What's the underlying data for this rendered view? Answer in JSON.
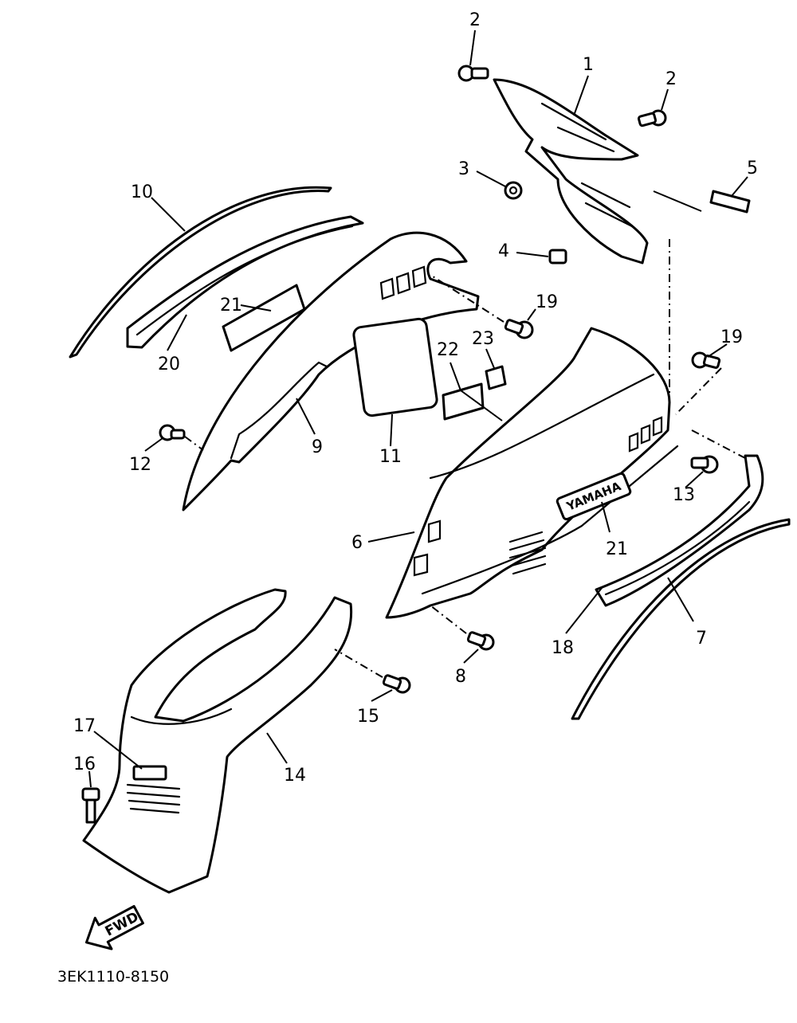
{
  "diagram": {
    "code": "3EK1110-8150",
    "fwd_label": "FWD",
    "brand_label": "YAMAHA",
    "callouts": [
      "1",
      "2",
      "2",
      "3",
      "4",
      "5",
      "6",
      "7",
      "8",
      "9",
      "10",
      "11",
      "12",
      "13",
      "14",
      "15",
      "16",
      "17",
      "18",
      "19",
      "19",
      "20",
      "21",
      "21",
      "22",
      "23"
    ]
  },
  "colors": {
    "line": "#000000",
    "background": "#ffffff"
  }
}
